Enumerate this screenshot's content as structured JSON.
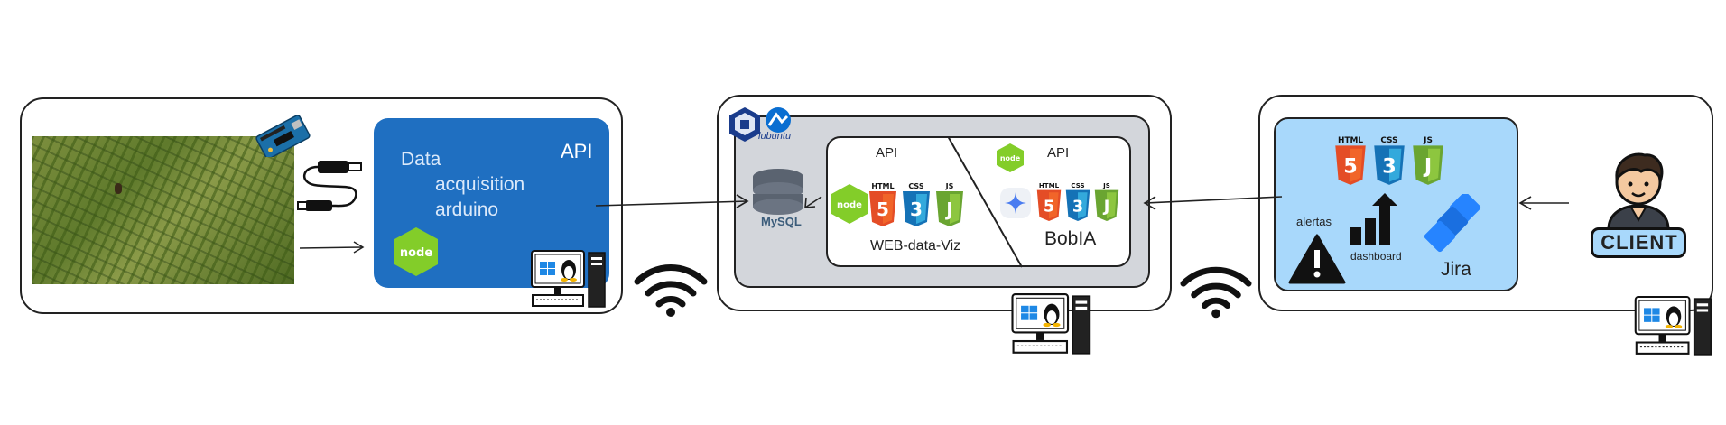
{
  "sections": {
    "acquisition": {
      "title": "API",
      "line1": "Data",
      "line2": "acquisition",
      "line3": "arduino",
      "node_logo": "node"
    },
    "server": {
      "os_label": "lubuntu",
      "db_label": "MySQL",
      "api_left": "API",
      "api_right": "API",
      "webviz_label": "WEB-data-Viz",
      "bobia_label": "BobIA",
      "node_logo": "node",
      "node_logo_small": "node"
    },
    "client": {
      "alertas_label": "alertas",
      "dashboard_label": "dashboard",
      "jira_label": "Jira",
      "client_badge": "CLIENT"
    }
  },
  "badges": {
    "html": "HTML",
    "css": "CSS",
    "js": "JS",
    "html_num": "5",
    "css_num": "3",
    "js_num": "J"
  },
  "colors": {
    "api_box": "#1f6fc1",
    "client_box": "#a8d8fb",
    "server_box": "#d3d6db",
    "node_green": "#83cd29",
    "html_orange": "#e44d26",
    "css_blue": "#1572b6",
    "js_green": "#8dc63f",
    "jira_blue": "#2684ff"
  },
  "icons": [
    "arduino-icon",
    "usb-cable-icon",
    "node-logo-icon",
    "computer-icon",
    "windows-icon",
    "linux-icon",
    "wifi-icon",
    "virtualbox-icon",
    "lubuntu-icon",
    "database-icon",
    "mysql-icon",
    "html5-icon",
    "css3-icon",
    "js-icon",
    "gemini-icon",
    "warning-icon",
    "bar-chart-icon",
    "jira-icon",
    "client-avatar-icon"
  ]
}
